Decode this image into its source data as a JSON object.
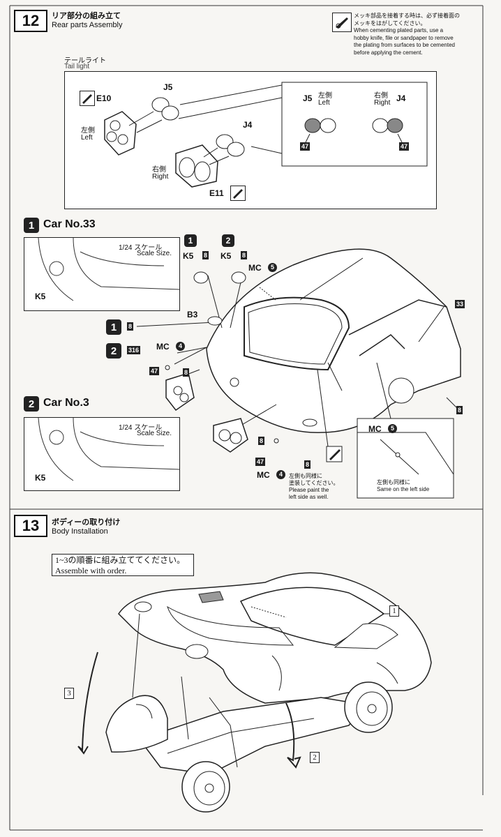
{
  "step12": {
    "number": "12",
    "title_jp": "リア部分の組み立て",
    "title_en": "Rear parts Assembly",
    "notice_lines": [
      "メッキ部品を接着する時は、必ず接着面の",
      "メッキをはがしてください。",
      "When cementing plated parts, use a",
      "hobby knife, file or sandpaper to remove",
      "the plating from surfaces to be cemented",
      "before applying the cement."
    ],
    "tail_light": {
      "label_jp": "テールライト",
      "label_en": "Tail light",
      "e10": "E10",
      "e11": "E11",
      "j5": "J5",
      "j4": "J4",
      "left_jp": "左側",
      "left_en": "Left",
      "right_jp": "右側",
      "right_en": "Right",
      "detail_j5": "J5",
      "detail_left_jp": "左側",
      "detail_left_en": "Left",
      "detail_right_jp": "右側",
      "detail_right_en": "Right",
      "detail_j4": "J4",
      "paint_47_a": "47",
      "paint_47_b": "47"
    },
    "car33": {
      "badge": "1",
      "label": "Car No.33",
      "scale_jp": "1/24 スケール",
      "scale_en": "Scale Size.",
      "k5": "K5"
    },
    "car3": {
      "badge": "2",
      "label": "Car No.3",
      "scale_jp": "1/24 スケール",
      "scale_en": "Scale Size.",
      "k5": "K5"
    },
    "parts": {
      "k5_car1_badge": "1",
      "k5_car1": "K5",
      "k5_car1_paint": "8",
      "k5_car2_badge": "2",
      "k5_car2": "K5",
      "k5_car2_paint": "8",
      "mc5_top": "MC",
      "mc5_top_num": "5",
      "b3": "B3",
      "b3_car1_badge": "1",
      "b3_car1_paint": "8",
      "b3_car2_badge": "2",
      "b3_car2_paint": "316",
      "mc4_left": "MC",
      "mc4_left_num": "4",
      "paint_47_left": "47",
      "paint_8_left": "8",
      "paint_33": "33",
      "paint_8_right": "8",
      "paint_8_bottom_a": "8",
      "paint_47_bottom": "47",
      "paint_8_bottom_b": "8",
      "mc4_bottom": "MC",
      "mc4_bottom_num": "4",
      "note_left_jp_1": "左側も同様に",
      "note_left_jp_2": "塗装してください。",
      "note_left_en_1": "Please paint the",
      "note_left_en_2": "left side as well."
    },
    "inset": {
      "mc5": "MC",
      "mc5_num": "5",
      "note_jp": "左側も同様に",
      "note_en": "Same on the left side"
    }
  },
  "step13": {
    "number": "13",
    "title_jp": "ボディーの取り付け",
    "title_en": "Body Installation",
    "order_jp": "1~3の順番に組み立ててください。",
    "order_en": "Assemble with order.",
    "mark1": "1",
    "mark2": "2",
    "mark3": "3"
  }
}
